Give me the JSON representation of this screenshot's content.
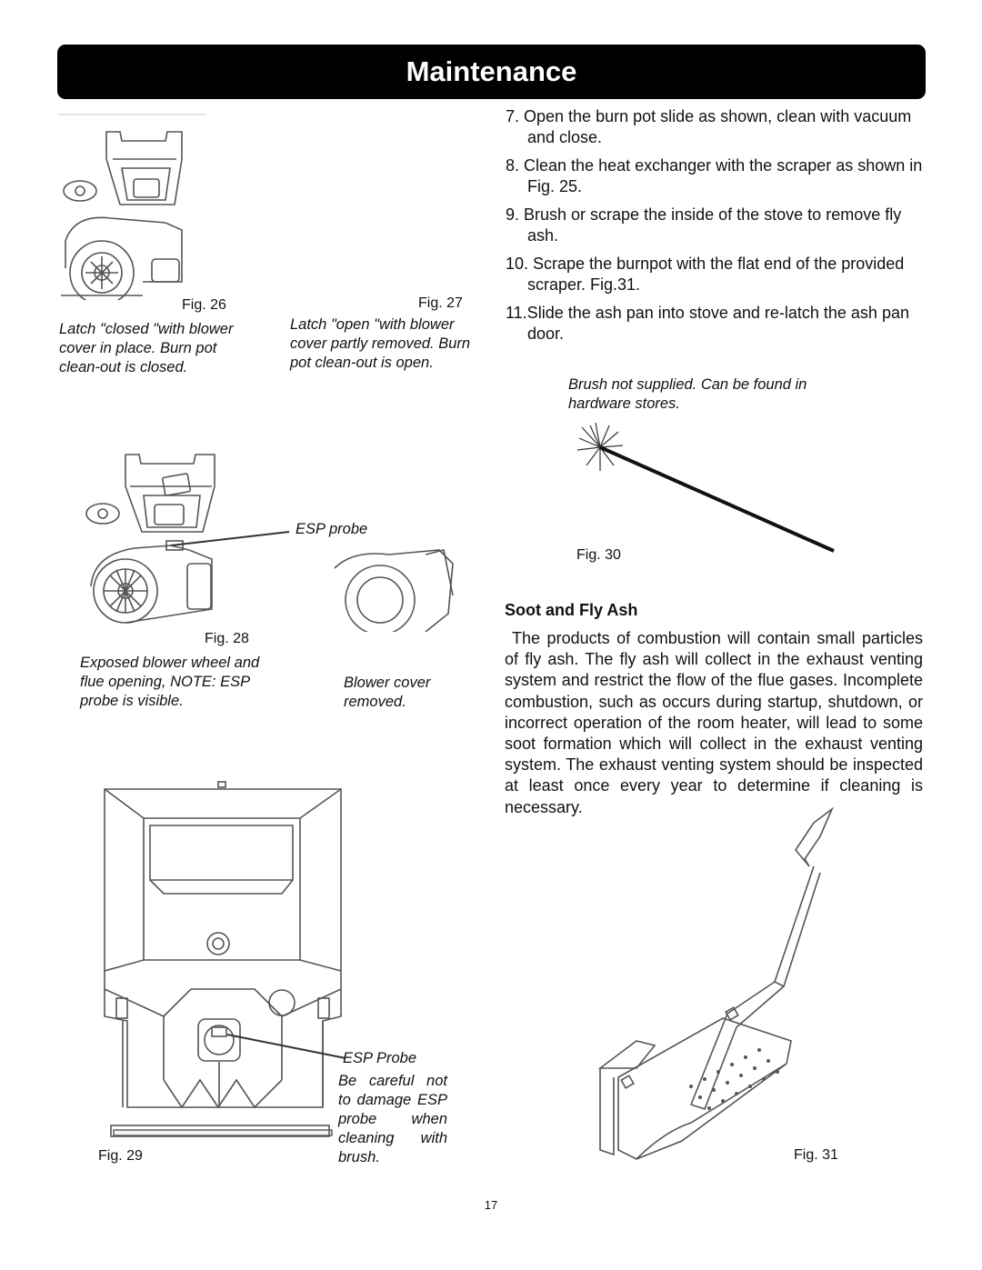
{
  "header": {
    "title": "Maintenance"
  },
  "fig26": {
    "label": "Fig. 26",
    "caption": "Latch \"closed \"with blower cover in place. Burn pot clean-out is closed."
  },
  "fig27": {
    "label": "Fig. 27",
    "caption": "Latch \"open \"with blower cover partly removed. Burn pot clean-out is open."
  },
  "fig28": {
    "label": "Fig. 28",
    "callout": "ESP probe",
    "caption": "Exposed  blower wheel and flue opening, NOTE: ESP probe is visible.",
    "caption2": "Blower cover removed."
  },
  "fig29": {
    "label": "Fig. 29",
    "callout": "ESP Probe",
    "caption": "Be careful not to damage ESP probe when cleaning with brush."
  },
  "steps": [
    "7. Open the burn pot slide as shown, clean with vacuum and close.",
    "8. Clean the heat exchanger with the scraper as shown in Fig. 25.",
    "9. Brush or scrape the inside of the stove to remove fly ash.",
    "10. Scrape the burnpot  with the flat end of the provided scraper. Fig.31.",
    "11.Slide the ash pan into stove and re-latch the ash pan door."
  ],
  "fig30": {
    "label": "Fig. 30",
    "caption": "Brush not supplied. Can be found in hardware stores."
  },
  "soot": {
    "heading": "Soot and Fly Ash",
    "body": "The products of combustion will contain small particles of fly ash. The fly ash will collect in the exhaust venting system and restrict the flow of the flue gases. Incomplete combustion, such as occurs during startup, shutdown, or incorrect operation of the room heater, will lead to some soot formation which will collect in the exhaust venting system. The exhaust venting system should be inspected at least once every year to determine if cleaning is necessary."
  },
  "fig31": {
    "label": "Fig. 31"
  },
  "footer": {
    "page_number": "17"
  }
}
